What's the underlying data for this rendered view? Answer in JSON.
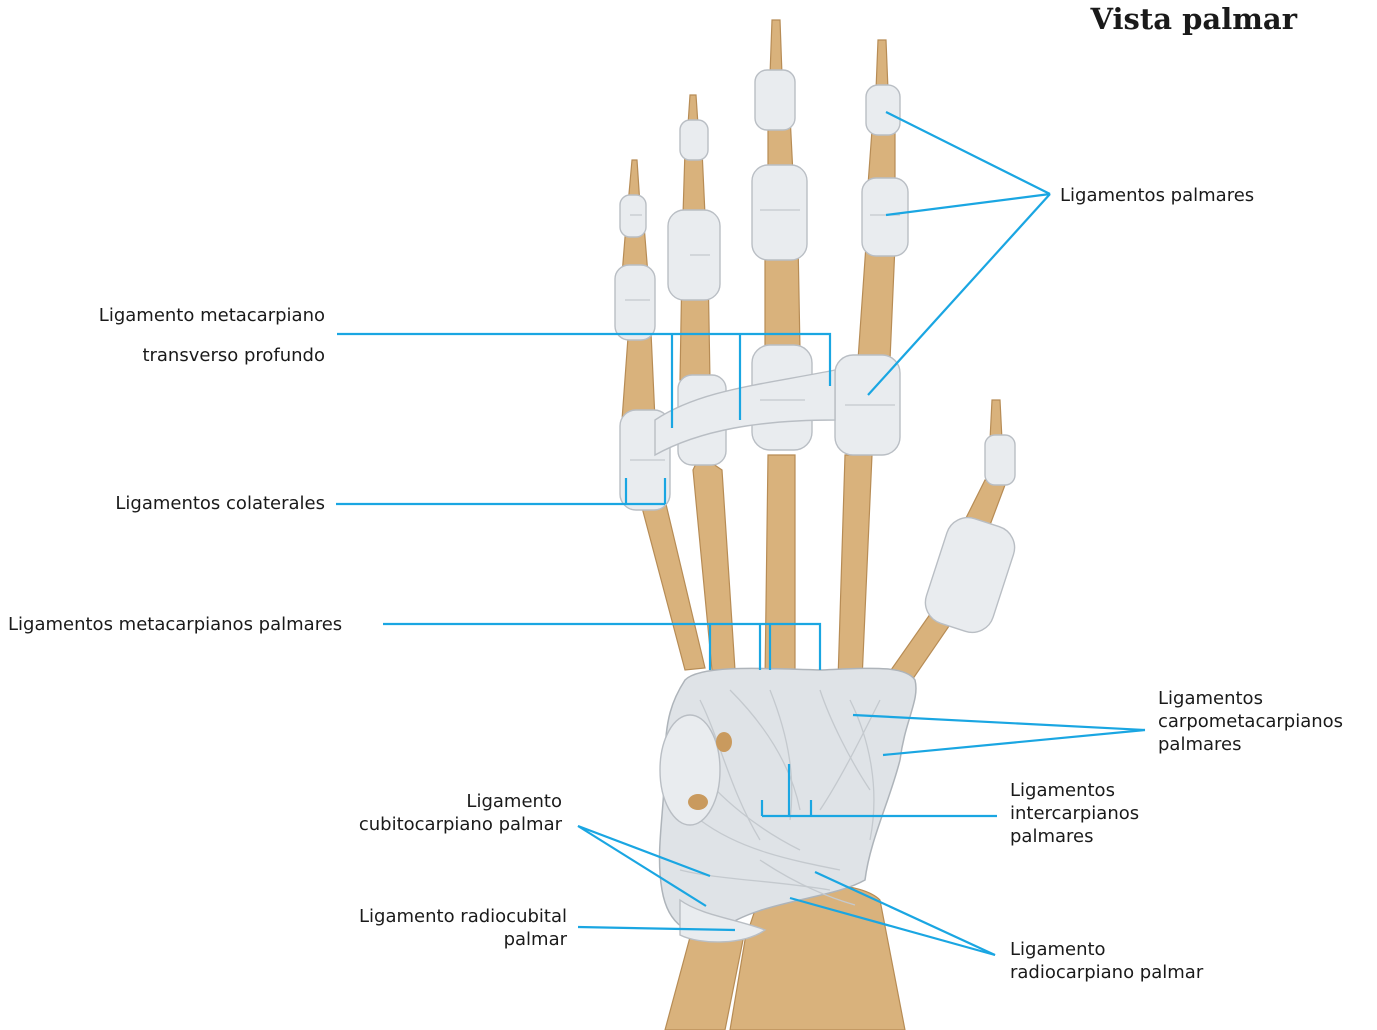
{
  "title": "Vista palmar",
  "labels": {
    "palmares": "Ligamentos palmares",
    "metacarpiano_transverso_l1": "Ligamento metacarpiano",
    "metacarpiano_transverso_l2": "transverso profundo",
    "colaterales": "Ligamentos colaterales",
    "metacarpianos_palmares": "Ligamentos metacarpianos palmares",
    "carpometacarpianos_l1": "Ligamentos",
    "carpometacarpianos_l2": "carpometacarpianos",
    "carpometacarpianos_l3": "palmares",
    "intercarpianos_l1": "Ligamentos",
    "intercarpianos_l2": "intercarpianos",
    "intercarpianos_l3": "palmares",
    "cubitocarpiano_l1": "Ligamento",
    "cubitocarpiano_l2": "cubitocarpiano palmar",
    "radiocubital_l1": "Ligamento radiocubital",
    "radiocubital_l2": "palmar",
    "radiocarpiano_l1": "Ligamento",
    "radiocarpiano_l2": "radiocarpiano palmar"
  },
  "colors": {
    "leader_line": "#1aa6e2",
    "bone": "#d9b27c",
    "ligament": "#e9ecef"
  }
}
